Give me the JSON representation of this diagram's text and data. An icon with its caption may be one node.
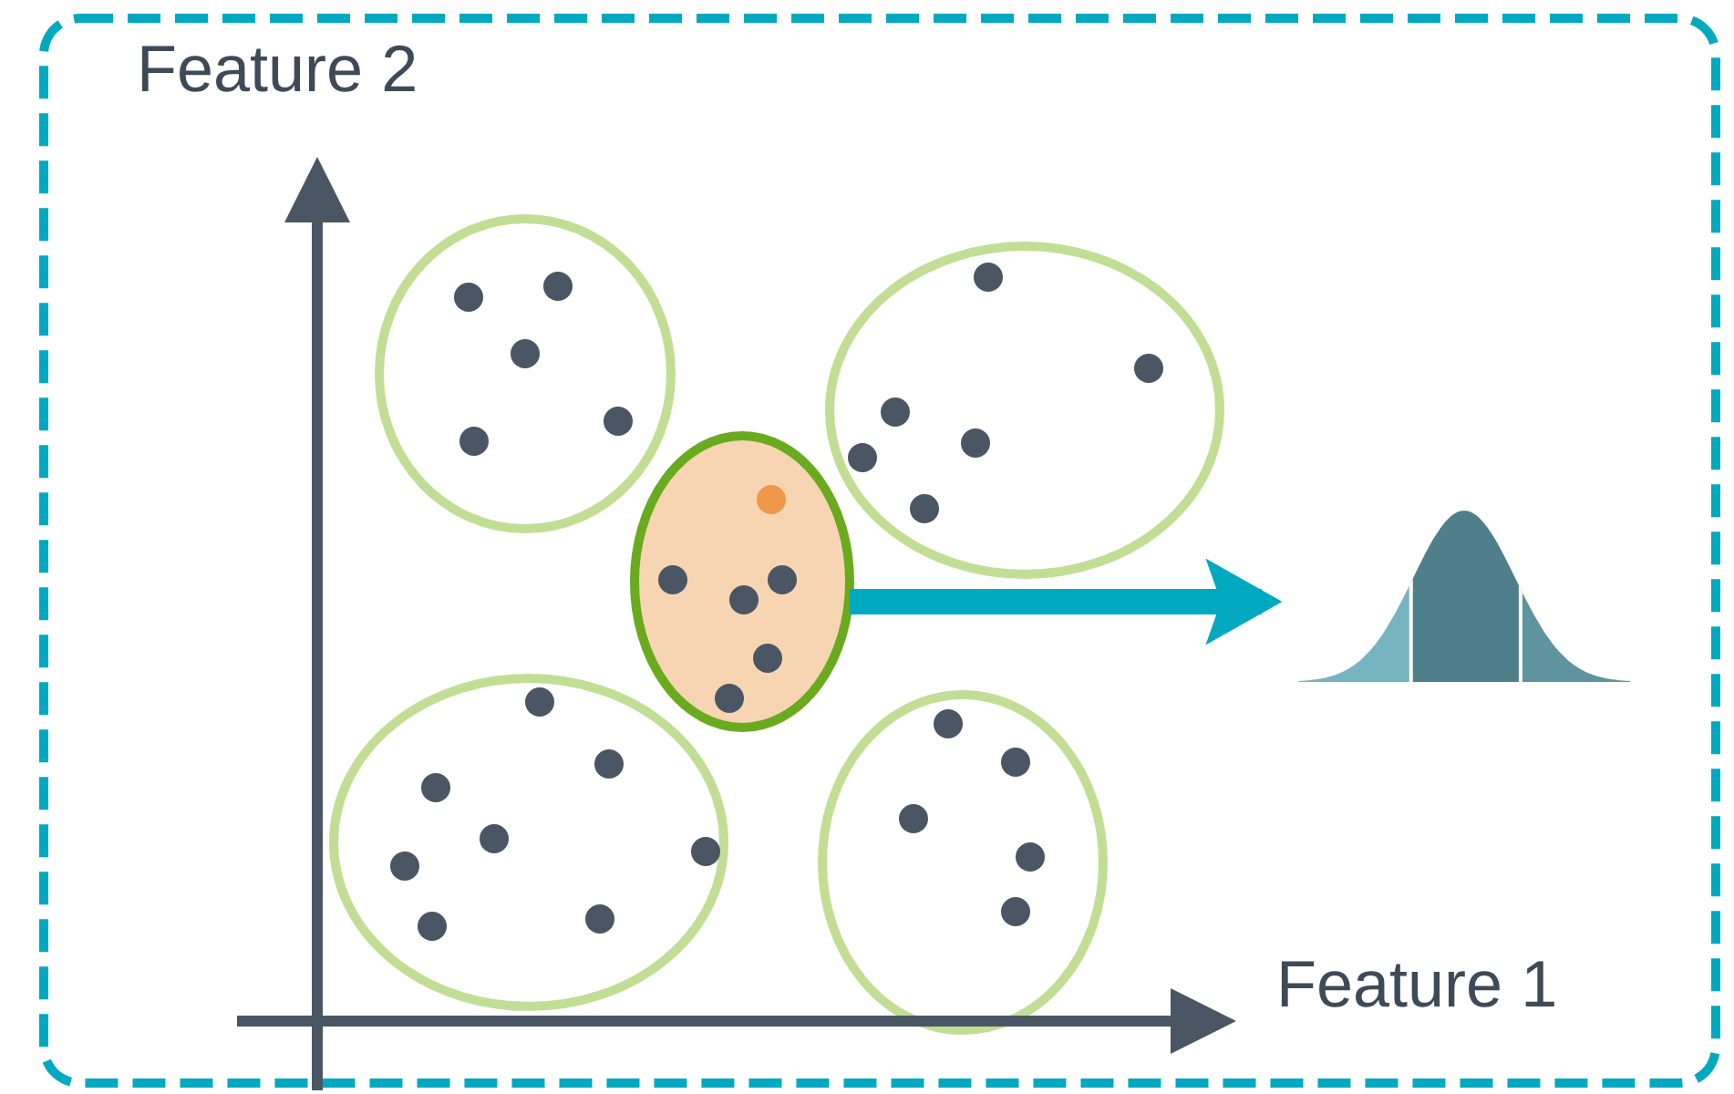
{
  "diagram": {
    "nodes": [
      {
        "text": [],
        "shape": "circle"
      },
      {
        "text": [],
        "shape": "picture"
      }
    ],
    "edges": [
      {
        "from": 0,
        "to": 1,
        "arrow": "to"
      }
    ],
    "labels": [
      "Feature 2",
      "Feature 1"
    ]
  }
}
